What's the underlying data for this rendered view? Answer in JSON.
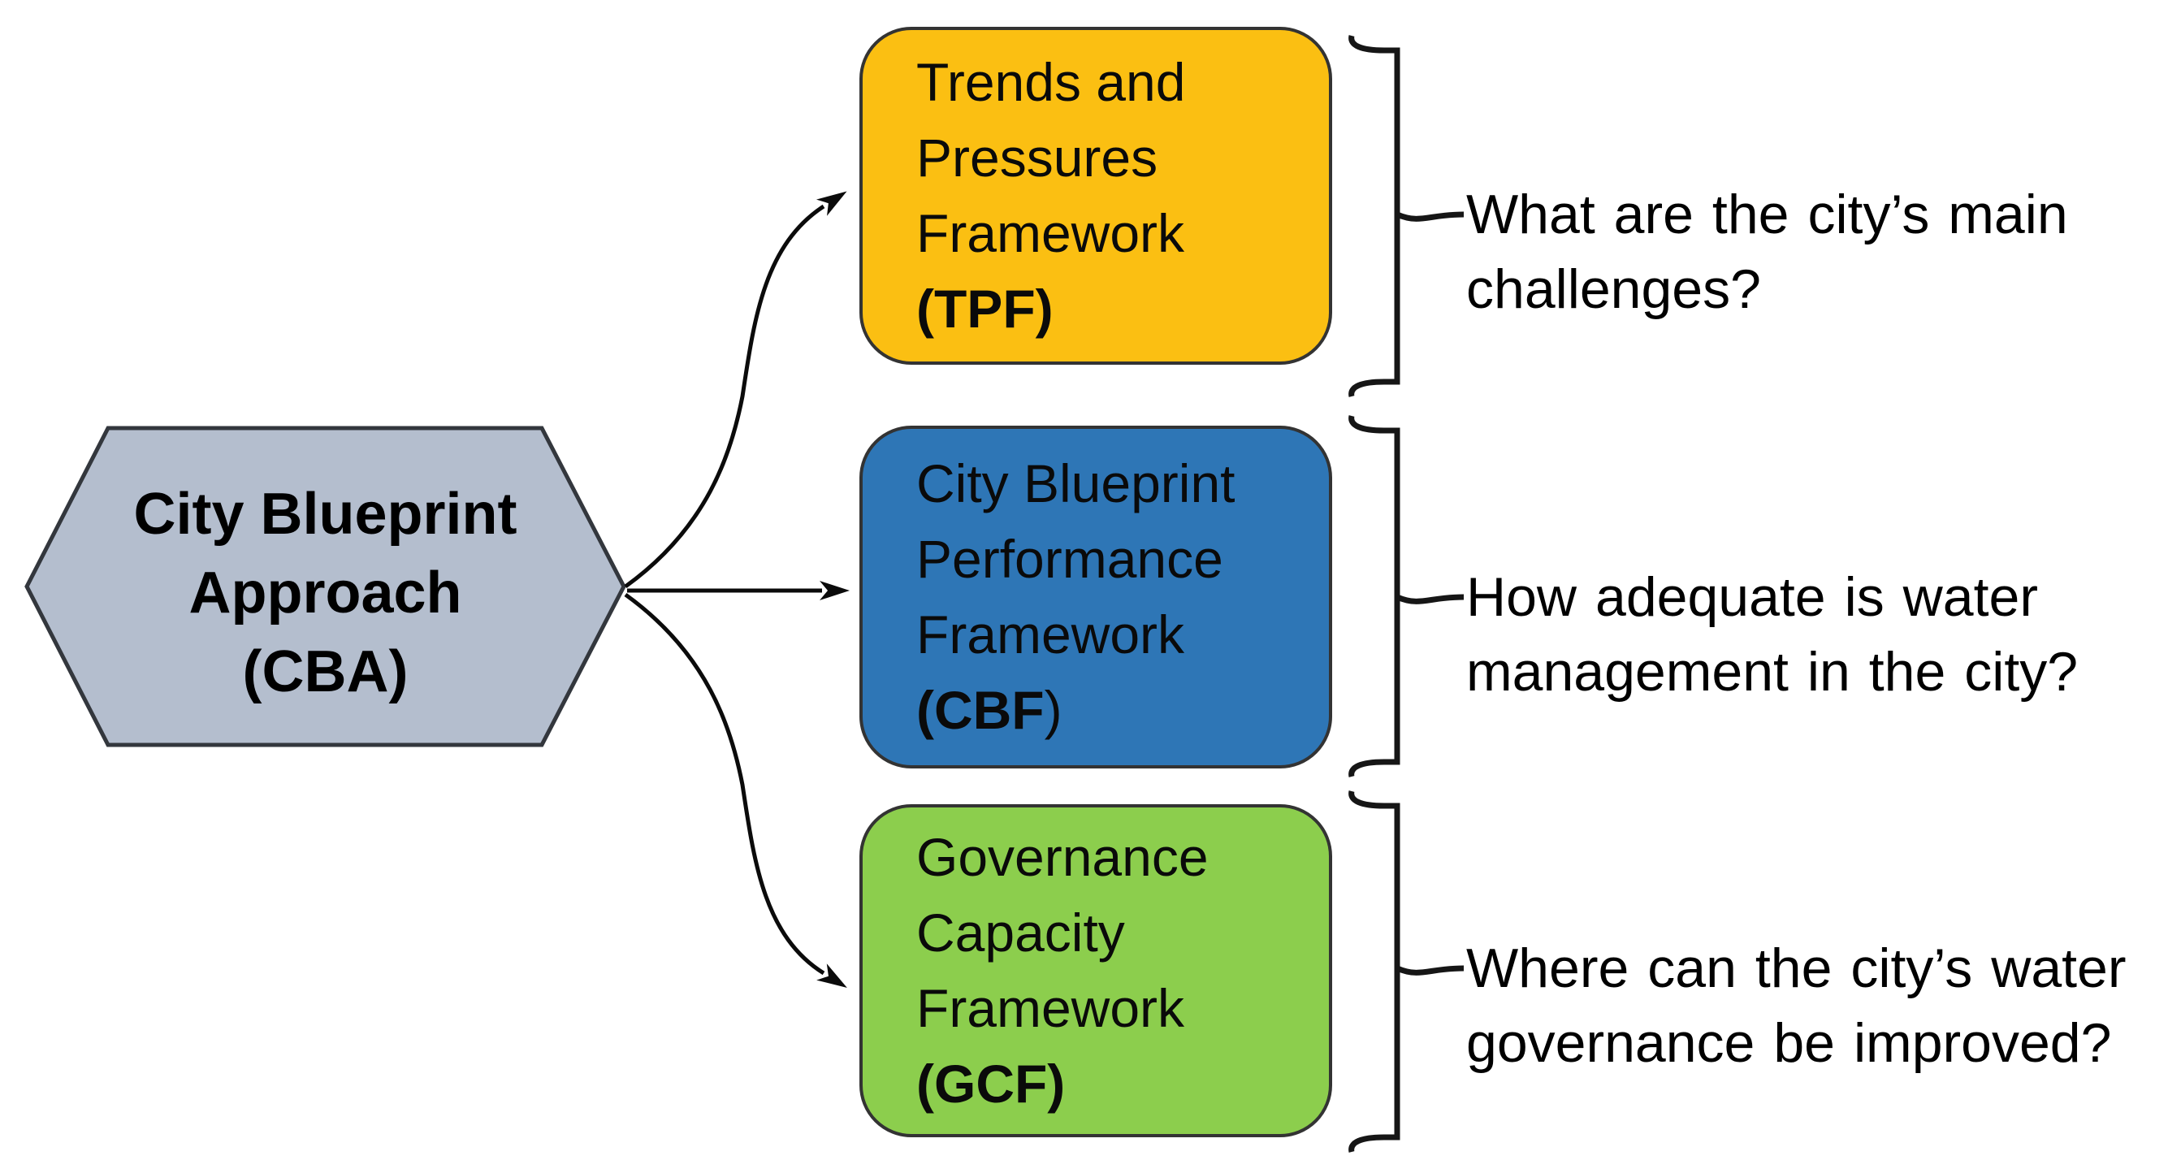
{
  "figure": {
    "description_label": "City Blueprint Approach diagram"
  },
  "colors": {
    "background": "#FFFFFF",
    "hexagon_fill": "#B4BECE",
    "hexagon_border": "#33373D",
    "tpf_fill": "#FBBF12",
    "cbf_fill": "#2E76B6",
    "gcf_fill": "#8CCE4D",
    "box_border": "#333333",
    "connector_color": "#0B0B0B",
    "bracket_color": "#161616",
    "text_color": "#000000"
  },
  "source": {
    "lines": [
      "City Blueprint",
      "Approach",
      "(CBA)"
    ]
  },
  "frameworks": [
    {
      "name_lines": [
        "Trends and",
        "Pressures",
        "Framework"
      ],
      "abbr_bold": "(TPF)",
      "abbr_tail": "",
      "question_lines": [
        "What are the city’s main",
        "challenges?"
      ]
    },
    {
      "name_lines": [
        "City Blueprint",
        "Performance",
        "Framework"
      ],
      "abbr_bold": "(CBF",
      "abbr_tail": ")",
      "question_lines": [
        "How adequate is water",
        "management in the city?"
      ]
    },
    {
      "name_lines": [
        "Governance",
        "Capacity",
        "Framework"
      ],
      "abbr_bold": "(GCF)",
      "abbr_tail": "",
      "question_lines": [
        "Where can the city’s water",
        "governance be improved?"
      ]
    }
  ]
}
